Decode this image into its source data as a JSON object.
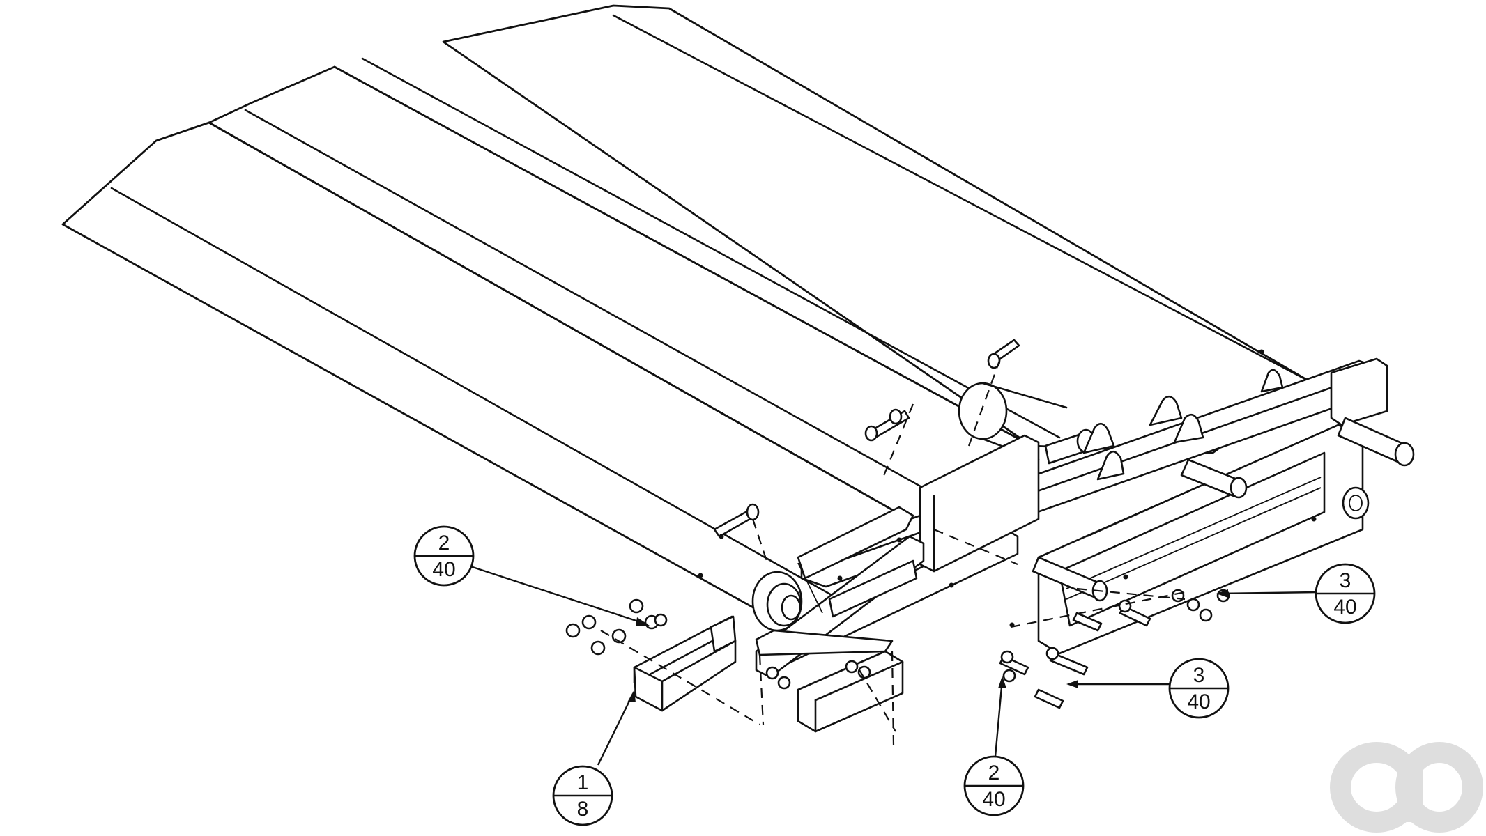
{
  "callouts": [
    {
      "id": "callout-1",
      "top": "2",
      "bottom": "40"
    },
    {
      "id": "callout-2",
      "top": "1",
      "bottom": "8"
    },
    {
      "id": "callout-3",
      "top": "2",
      "bottom": "40"
    },
    {
      "id": "callout-4",
      "top": "3",
      "bottom": "40"
    },
    {
      "id": "callout-5",
      "top": "3",
      "bottom": "40"
    }
  ],
  "colors": {
    "line": "#111111",
    "background": "#ffffff",
    "watermark": "#dedede"
  },
  "watermark": {
    "icon": "logo-watermark-icon"
  }
}
